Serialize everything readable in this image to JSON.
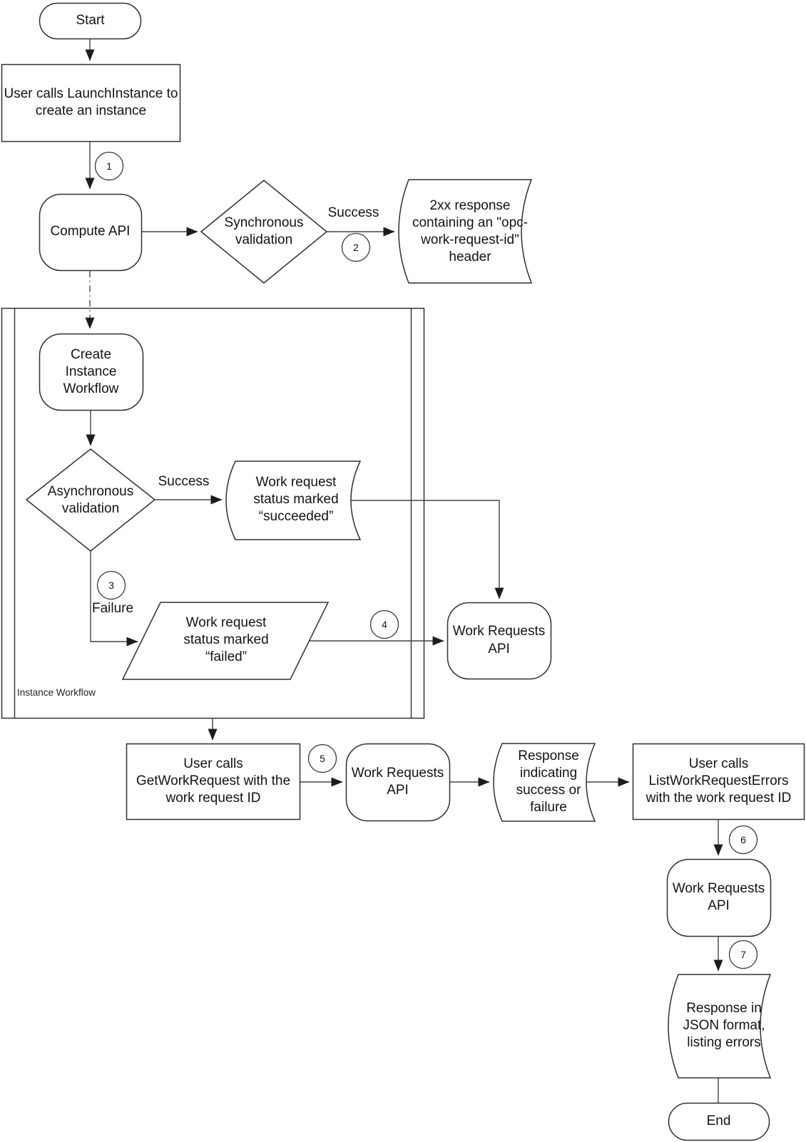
{
  "flowchart": {
    "container_label": "Instance Workflow",
    "nodes": {
      "start": "Start",
      "launch_instance": "User calls LaunchInstance to create an instance",
      "compute_api": "Compute API",
      "sync_validation": "Synchronous validation",
      "response_2xx": "2xx response containing an \"opc-work-request-id\" header",
      "create_instance_workflow": "Create Instance Workflow",
      "async_validation": "Asynchronous validation",
      "status_succeeded": "Work request status marked “succeeded”",
      "status_failed": "Work request status marked “failed”",
      "work_requests_api_main": "Work Requests API",
      "get_work_request": "User calls GetWorkRequest with the work request ID",
      "work_requests_api_poll": "Work Requests API",
      "response_status": "Response indicating success or failure",
      "list_work_request_errors": "User calls ListWorkRequestErrors with the work request ID",
      "work_requests_api_errors": "Work Requests API",
      "response_json": "Response in JSON format, listing errors",
      "end": "End"
    },
    "edge_labels": {
      "sync_success": "Success",
      "async_success": "Success",
      "async_failure": "Failure"
    },
    "step_numbers": {
      "step1": "1",
      "step2": "2",
      "step3": "3",
      "step4": "4",
      "step5": "5",
      "step6": "6",
      "step7": "7"
    }
  }
}
